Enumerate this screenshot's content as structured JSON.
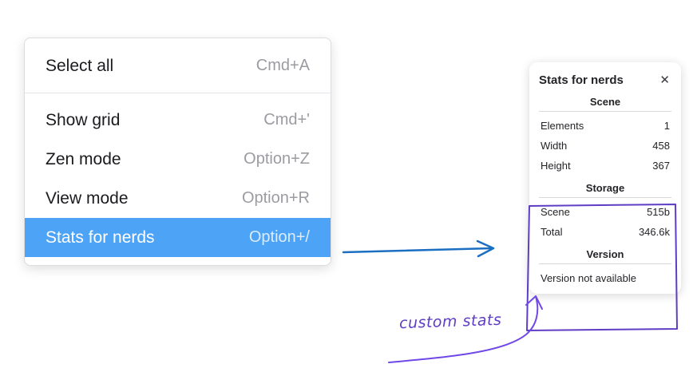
{
  "context_menu": {
    "items": [
      {
        "label": "Select all",
        "shortcut": "Cmd+A"
      },
      {
        "label": "Show grid",
        "shortcut": "Cmd+'"
      },
      {
        "label": "Zen mode",
        "shortcut": "Option+Z"
      },
      {
        "label": "View mode",
        "shortcut": "Option+R"
      },
      {
        "label": "Stats for nerds",
        "shortcut": "Option+/"
      }
    ],
    "selected_index": 4
  },
  "stats_panel": {
    "title": "Stats for nerds",
    "close_icon": "✕",
    "scene": {
      "heading": "Scene",
      "rows": [
        {
          "label": "Elements",
          "value": "1"
        },
        {
          "label": "Width",
          "value": "458"
        },
        {
          "label": "Height",
          "value": "367"
        }
      ]
    },
    "storage": {
      "heading": "Storage",
      "rows": [
        {
          "label": "Scene",
          "value": "515b"
        },
        {
          "label": "Total",
          "value": "346.6k"
        }
      ]
    },
    "version": {
      "heading": "Version",
      "note": "Version not available"
    }
  },
  "annotation": {
    "label": "custom stats"
  },
  "colors": {
    "menu_selected_bg": "#4da3f5",
    "menu_selected_text": "#ffffff",
    "menu_text": "#1b1b1f",
    "menu_shortcut": "#9b9ba2",
    "panel_text": "#242428",
    "arrow_blue": "#1b6ec2",
    "annotation_purple": "#5f3dc4"
  }
}
